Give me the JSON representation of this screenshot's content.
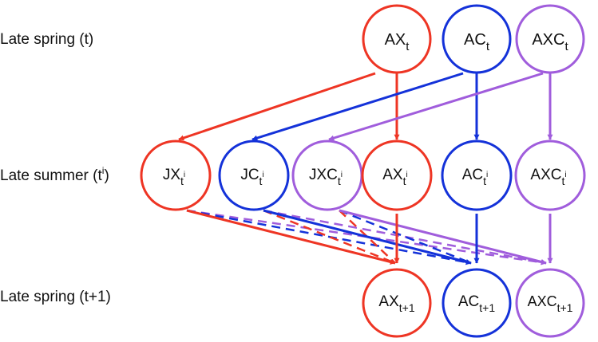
{
  "row_labels": {
    "row1": {
      "main": "Late spring (t)"
    },
    "row2": {
      "main": "Late summer (t",
      "sup": "i",
      "tail": ")"
    },
    "row3": {
      "main": "Late spring (t+1)"
    }
  },
  "colors": {
    "red": "#ee3524",
    "blue": "#1432d9",
    "purple": "#a05ddc"
  },
  "nodes": {
    "ax_t": {
      "base": "AX",
      "sub": "t"
    },
    "ac_t": {
      "base": "AC",
      "sub": "t"
    },
    "axc_t": {
      "base": "AXC",
      "sub": "t"
    },
    "jx_ti": {
      "base": "JX",
      "sub": "t",
      "subsup": "i"
    },
    "jc_ti": {
      "base": "JC",
      "sub": "t",
      "subsup": "i"
    },
    "jxc_ti": {
      "base": "JXC",
      "sub": "t",
      "subsup": "i"
    },
    "ax_ti": {
      "base": "AX",
      "sub": "t",
      "subsup": "i"
    },
    "ac_ti": {
      "base": "AC",
      "sub": "t",
      "subsup": "i"
    },
    "axc_ti": {
      "base": "AXC",
      "sub": "t",
      "subsup": "i"
    },
    "ax_t1": {
      "base": "AX",
      "sub": "t+1"
    },
    "ac_t1": {
      "base": "AC",
      "sub": "t+1"
    },
    "axc_t1": {
      "base": "AXC",
      "sub": "t+1"
    }
  }
}
